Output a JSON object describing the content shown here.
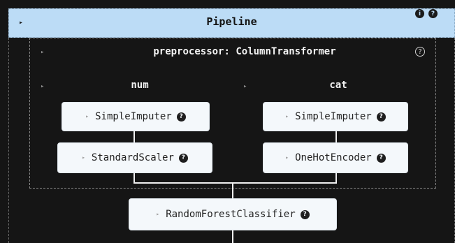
{
  "pipeline": {
    "title": "Pipeline",
    "info_icon": "i",
    "help_icon": "?"
  },
  "preprocessor": {
    "title": "preprocessor: ColumnTransformer",
    "help_icon": "?"
  },
  "columns": {
    "num": {
      "label": "num",
      "steps": [
        "SimpleImputer",
        "StandardScaler"
      ]
    },
    "cat": {
      "label": "cat",
      "steps": [
        "SimpleImputer",
        "OneHotEncoder"
      ]
    }
  },
  "classifier": {
    "label": "RandomForestClassifier"
  },
  "colors": {
    "background": "#151515",
    "header": "#bcdcf6",
    "estimator_box": "#f4f8fb"
  }
}
